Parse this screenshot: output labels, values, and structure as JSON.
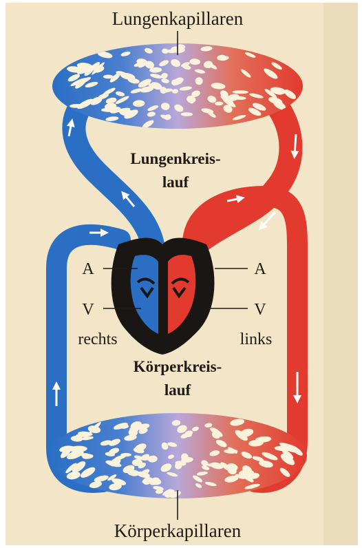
{
  "labels": {
    "top_capillaries": "Lungenkapillaren",
    "bottom_capillaries": "Körperkapillaren",
    "pulmonary_line1": "Lungenkreis-",
    "pulmonary_line2": "lauf",
    "systemic_line1": "Körperkreis-",
    "systemic_line2": "lauf",
    "atrium_right": "A",
    "atrium_left": "A",
    "ventricle_right": "V",
    "ventricle_left": "V",
    "side_right": "rechts",
    "side_left": "links"
  },
  "colors": {
    "paper": "#f3e6c8",
    "deoxygenated": "#2a6fc3",
    "oxygenated": "#e23a2e",
    "heart": "#1a1614",
    "capillary_mid": "#b8a8d8"
  }
}
